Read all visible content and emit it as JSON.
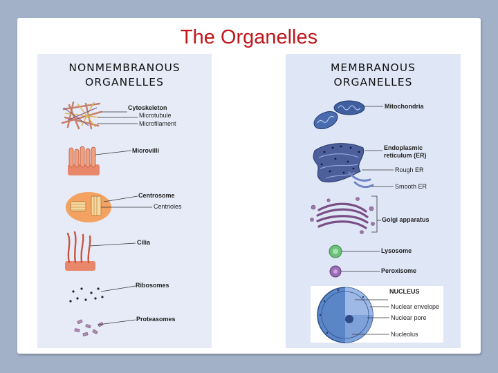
{
  "title": "The Organelles",
  "nonmembranous": {
    "heading_line1": "NONMEMBRANOUS",
    "heading_line2": "ORGANELLES",
    "cytoskeleton": "Cytoskeleton",
    "microtubule": "Microtubule",
    "microfilament": "Microfilament",
    "microvilli": "Microvilli",
    "centrosome": "Centrosome",
    "centrioles": "Centrioles",
    "cilia": "Cilia",
    "ribosomes": "Ribosomes",
    "proteasomes": "Proteasomes"
  },
  "membranous": {
    "heading_line1": "MEMBRANOUS",
    "heading_line2": "ORGANELLES",
    "mitochondria": "Mitochondria",
    "er_line1": "Endoplasmic",
    "er_line2": "reticulum (ER)",
    "rough_er": "Rough ER",
    "smooth_er": "Smooth ER",
    "golgi": "Golgi apparatus",
    "lysosome": "Lysosome",
    "peroxisome": "Peroxisome",
    "nucleus": "NUCLEUS",
    "nuclear_envelope": "Nuclear envelope",
    "nuclear_pore": "Nuclear pore",
    "nucleolus": "Nucleolus"
  }
}
